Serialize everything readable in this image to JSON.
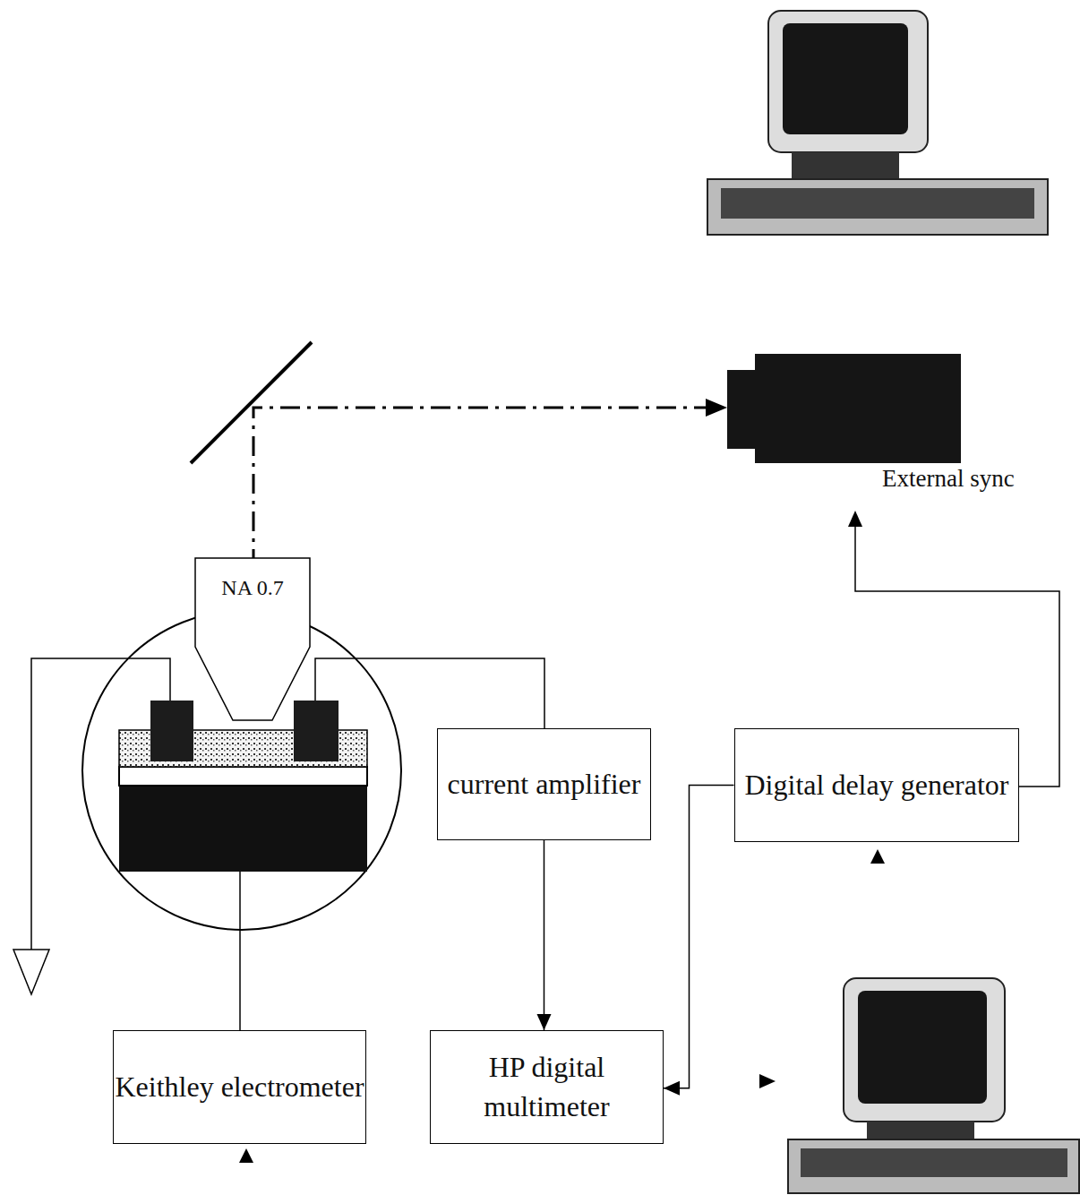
{
  "diagram": {
    "nodes": [
      {
        "text": [
          "NA 0.7"
        ]
      },
      {
        "text": [
          "current amplifier"
        ]
      },
      {
        "text": [
          "Digital delay generator"
        ]
      },
      {
        "text": [
          "Keithley electrometer"
        ]
      },
      {
        "text": [
          "HP digital multimeter"
        ]
      }
    ],
    "edges": [
      {
        "from": 1,
        "to": 4,
        "arrow": "to"
      },
      {
        "from": 2,
        "to": 4,
        "arrow": "to"
      }
    ],
    "labels": [
      "External sync"
    ]
  }
}
